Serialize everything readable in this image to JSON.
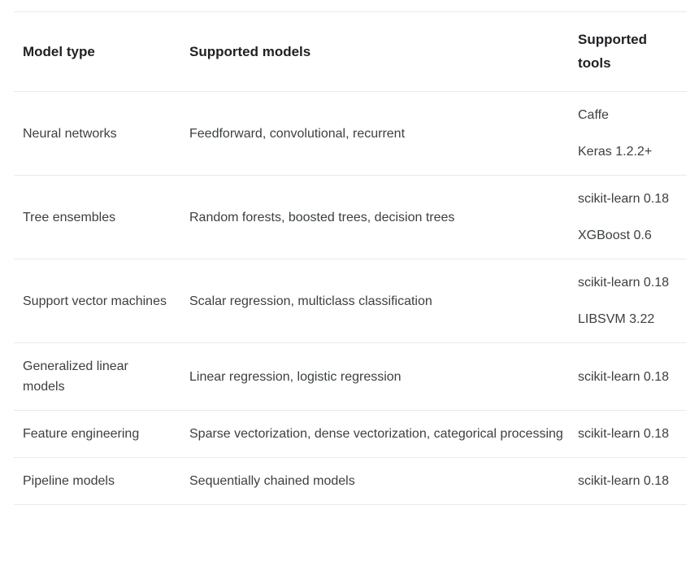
{
  "table": {
    "columns": [
      {
        "id": "model-type",
        "label": "Model type"
      },
      {
        "id": "supported-models",
        "label": "Supported models"
      },
      {
        "id": "supported-tools",
        "label": "Supported tools"
      }
    ],
    "rows": [
      {
        "model_type": "Neural networks",
        "supported_models": "Feedforward, convolutional, recurrent",
        "supported_tools": [
          "Caffe",
          "Keras 1.2.2+"
        ]
      },
      {
        "model_type": "Tree ensembles",
        "supported_models": "Random forests, boosted trees, decision trees",
        "supported_tools": [
          "scikit-learn 0.18",
          "XGBoost 0.6"
        ]
      },
      {
        "model_type": "Support vector machines",
        "supported_models": "Scalar regression, multiclass classification",
        "supported_tools": [
          "scikit-learn 0.18",
          "LIBSVM 3.22"
        ]
      },
      {
        "model_type": "Generalized linear models",
        "supported_models": "Linear regression, logistic regression",
        "supported_tools": [
          "scikit-learn 0.18"
        ]
      },
      {
        "model_type": "Feature engineering",
        "supported_models": "Sparse vectorization, dense vectorization, categorical processing",
        "supported_tools": [
          "scikit-learn 0.18"
        ]
      },
      {
        "model_type": "Pipeline models",
        "supported_models": "Sequentially chained models",
        "supported_tools": [
          "scikit-learn 0.18"
        ]
      }
    ]
  },
  "colors": {
    "background": "#ffffff",
    "header_text": "#202124",
    "body_text": "#3c4043",
    "divider": "#e8eaed"
  }
}
